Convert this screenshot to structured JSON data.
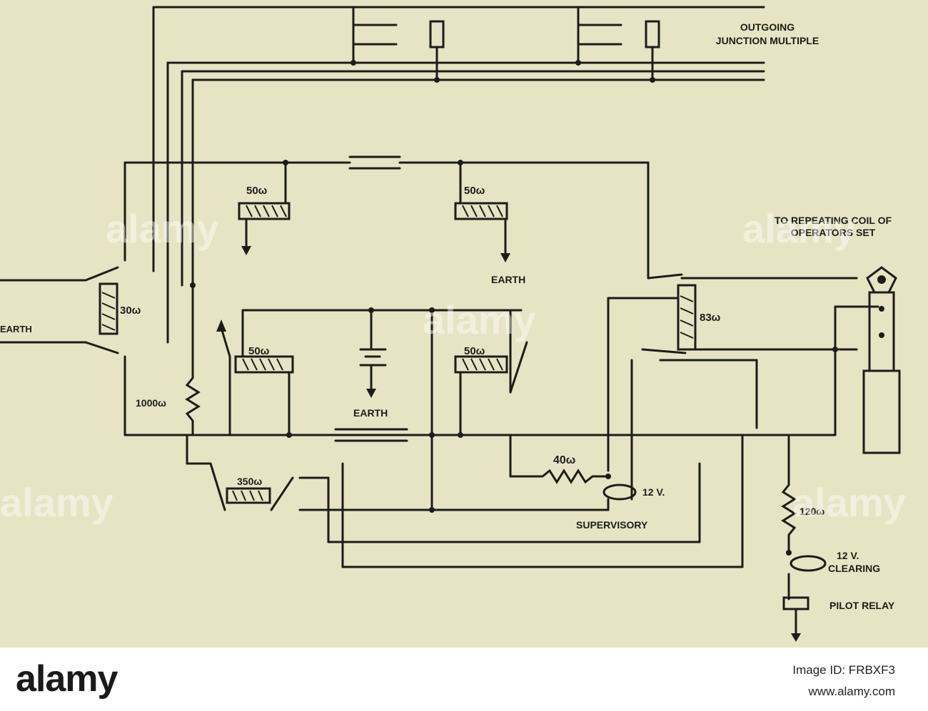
{
  "labels": {
    "outgoing_line1": "OUTGOING",
    "outgoing_line2": "JUNCTION MULTIPLE",
    "repeating_line1": "TO REPEATING COIL OF",
    "repeating_line2": "OPERATORS SET",
    "earth_left": "EARTH",
    "earth_mid": "EARTH",
    "earth_battery": "EARTH",
    "supervisory": "SUPERVISORY",
    "supervisory_volt": "12 V.",
    "clearing_volt": "12 V.",
    "clearing": "CLEARING",
    "pilot_relay": "PILOT RELAY"
  },
  "resistances": {
    "r50_a": "50ω",
    "r50_b": "50ω",
    "r50_c": "50ω",
    "r50_d": "50ω",
    "r30": "30ω",
    "r83": "83ω",
    "r1000": "1000ω",
    "r350": "350ω",
    "r40": "40ω",
    "r120": "120ω"
  },
  "watermark": "alamy",
  "footer": {
    "logo": "alamy",
    "image_id": "Image ID: FRBXF3",
    "url": "www.alamy.com"
  }
}
